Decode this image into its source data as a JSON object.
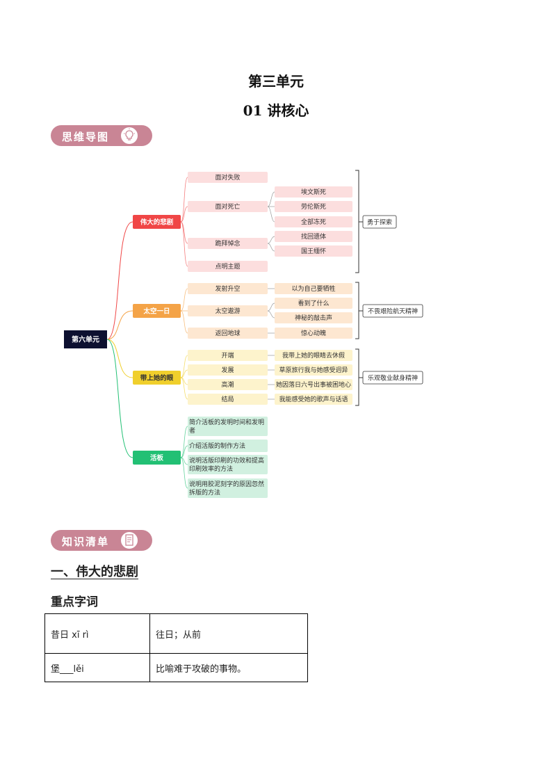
{
  "unit_title": "第三单元",
  "lesson_title": "01 讲核心",
  "section_mindmap": "思维导图",
  "section_knowledge": "知识清单",
  "mindmap": {
    "root": "第六单元",
    "branches": [
      {
        "label": "伟大的悲剧",
        "color": "#f04646",
        "light": "#fcdede",
        "children": [
          {
            "label": "面对失败",
            "subs": []
          },
          {
            "label": "面对死亡",
            "subs": [
              "埃文斯死",
              "劳伦斯死",
              "全部冻死"
            ]
          },
          {
            "label": "跪拜悼念",
            "subs": [
              "找回遗体",
              "国王缅怀"
            ]
          },
          {
            "label": "点明主题",
            "subs": []
          }
        ],
        "summary": "勇于探索"
      },
      {
        "label": "太空一日",
        "color": "#f4a347",
        "light": "#fde7d1",
        "children": [
          {
            "label": "发射升空",
            "subs": [
              "以为自己要牺牲"
            ]
          },
          {
            "label": "太空遨游",
            "subs": [
              "看到了什么",
              "神秘的敲击声"
            ]
          },
          {
            "label": "返回地球",
            "subs": [
              "惊心动魄"
            ]
          }
        ],
        "summary": "不畏艰险航天精神"
      },
      {
        "label": "带上她的眼",
        "color": "#f0cf2c",
        "light": "#fdf3cc",
        "children": [
          {
            "label": "开端",
            "subs": [
              "我带上她的眼睛去休假"
            ]
          },
          {
            "label": "发展",
            "subs": [
              "草原旅行我与她感受迥异"
            ]
          },
          {
            "label": "高潮",
            "subs": [
              "她因落日六号出事被困地心"
            ]
          },
          {
            "label": "结局",
            "subs": [
              "我能感受她的歌声与话语"
            ]
          }
        ],
        "summary": "乐观敬业献身精神"
      },
      {
        "label": "活板",
        "color": "#22c074",
        "light": "#d1f0e0",
        "children": [
          {
            "label": "简介活板的发明时间和发明者",
            "lines": [
              "简介活板的发明时间和发明",
              "者"
            ],
            "subs": []
          },
          {
            "label": "介绍活版的制作方法",
            "lines": [
              "介绍活版的制作方法"
            ],
            "subs": []
          },
          {
            "label": "说明活版印刷的功效和提高印刷效率的方法",
            "lines": [
              "说明活版印刷的功效和提高",
              "印刷效率的方法"
            ],
            "subs": []
          },
          {
            "label": "说明用胶泥刻字的原因忽然拆版的方法",
            "lines": [
              "说明用胶泥刻字的原因忽然",
              "拆版的方法"
            ],
            "subs": []
          }
        ],
        "summary": ""
      }
    ]
  },
  "heading1": "一、伟大的悲剧",
  "heading2": "重点字词",
  "vocab": [
    {
      "word": "昔日 xī rì",
      "meaning": "往日；从前"
    },
    {
      "word": "堡___lěi",
      "meaning": "比喻难于攻破的事物。"
    }
  ],
  "colors": {
    "tag": "#c98595",
    "root": "#0d1030"
  }
}
